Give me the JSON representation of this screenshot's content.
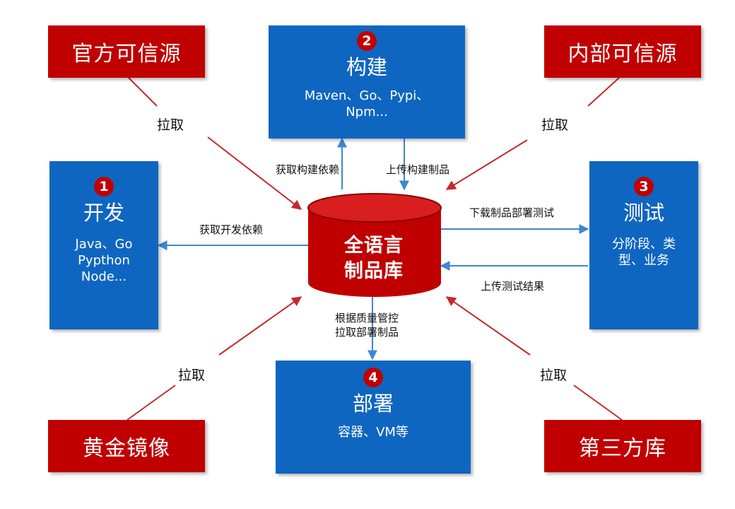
{
  "sources": {
    "official": "官方可信源",
    "internal": "内部可信源",
    "golden": "黄金镜像",
    "thirdparty": "第三方库"
  },
  "stages": {
    "build": {
      "num": "2",
      "title": "构建",
      "detail": "Maven、Go、Pypi、\nNpm..."
    },
    "dev": {
      "num": "1",
      "title": "开发",
      "detail": "Java、Go\nPypthon\nNode..."
    },
    "test": {
      "num": "3",
      "title": "测试",
      "detail": "分阶段、类\n型、业务"
    },
    "deploy": {
      "num": "4",
      "title": "部署",
      "detail": "容器、VM等"
    }
  },
  "hub": {
    "label": "全语言\n制品库"
  },
  "edges": {
    "pull_official": "拉取",
    "pull_internal": "拉取",
    "pull_golden": "拉取",
    "pull_thirdparty": "拉取",
    "get_build_deps": "获取构建依赖",
    "upload_build": "上传构建制品",
    "get_dev_deps": "获取开发依赖",
    "download_test": "下载制品部署测试",
    "upload_test": "上传测试结果",
    "deploy_pull": "根据质量管控\n拉取部署制品"
  },
  "colors": {
    "source_red": "#c00000",
    "stage_blue": "#0f66c0",
    "arrow_red": "#c42a2a",
    "arrow_blue": "#3f86d0"
  }
}
